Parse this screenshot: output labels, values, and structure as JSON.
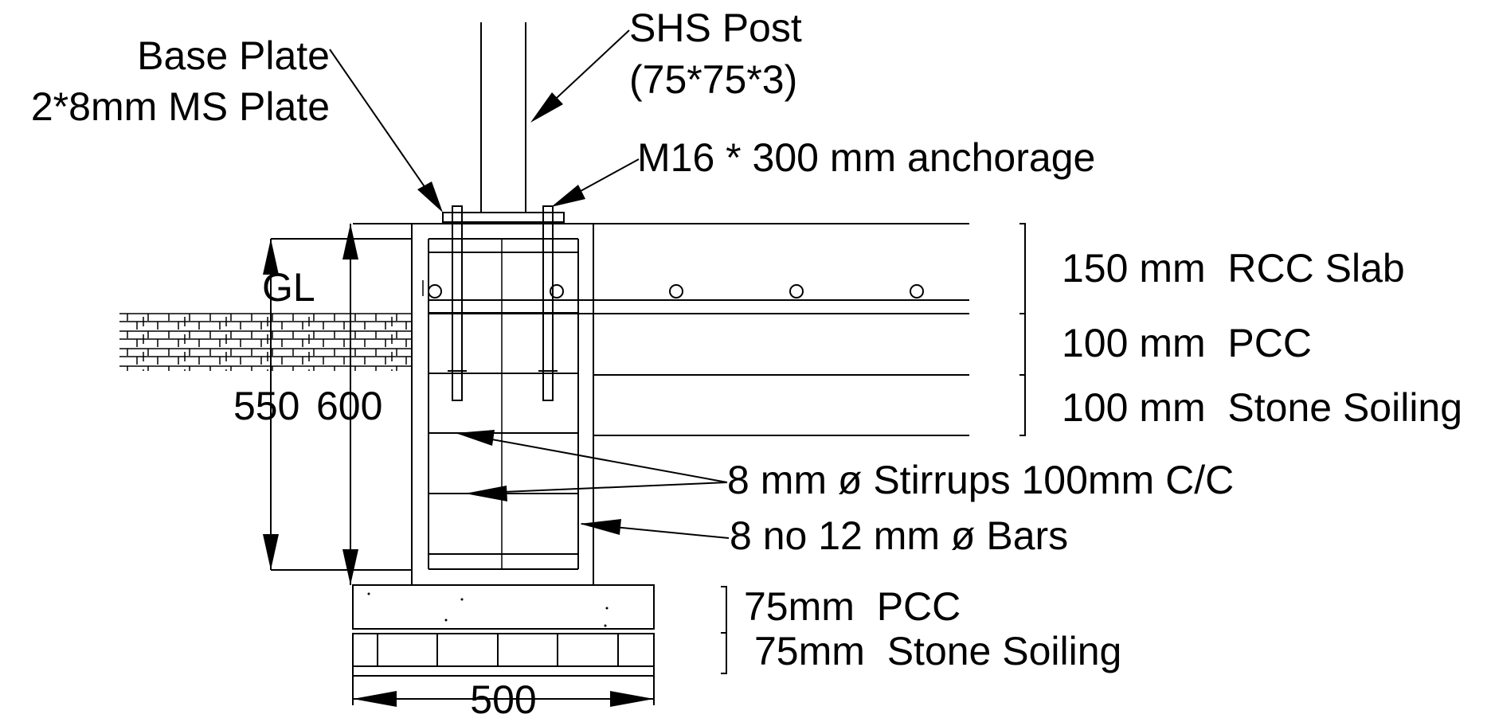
{
  "labels": {
    "base_plate_line1": "Base Plate",
    "base_plate_line2": "2*8mm MS Plate",
    "shs_post_line1": "SHS Post",
    "shs_post_line2": "(75*75*3)",
    "anchorage": "M16 * 300 mm anchorage",
    "ground_level": "GL",
    "rcc_slab": "150 mm  RCC Slab",
    "pcc_layer": "100 mm  PCC",
    "stone_soiling_layer": "100 mm  Stone Soiling",
    "stirrups": "8 mm ø Stirrups 100mm C/C",
    "bars": "8 no 12 mm ø Bars",
    "footing_pcc": "75mm  PCC",
    "footing_stone_soiling": "75mm  Stone Soiling"
  },
  "dimensions": {
    "depth_550": "550",
    "depth_600": "600",
    "width_500": "500"
  }
}
